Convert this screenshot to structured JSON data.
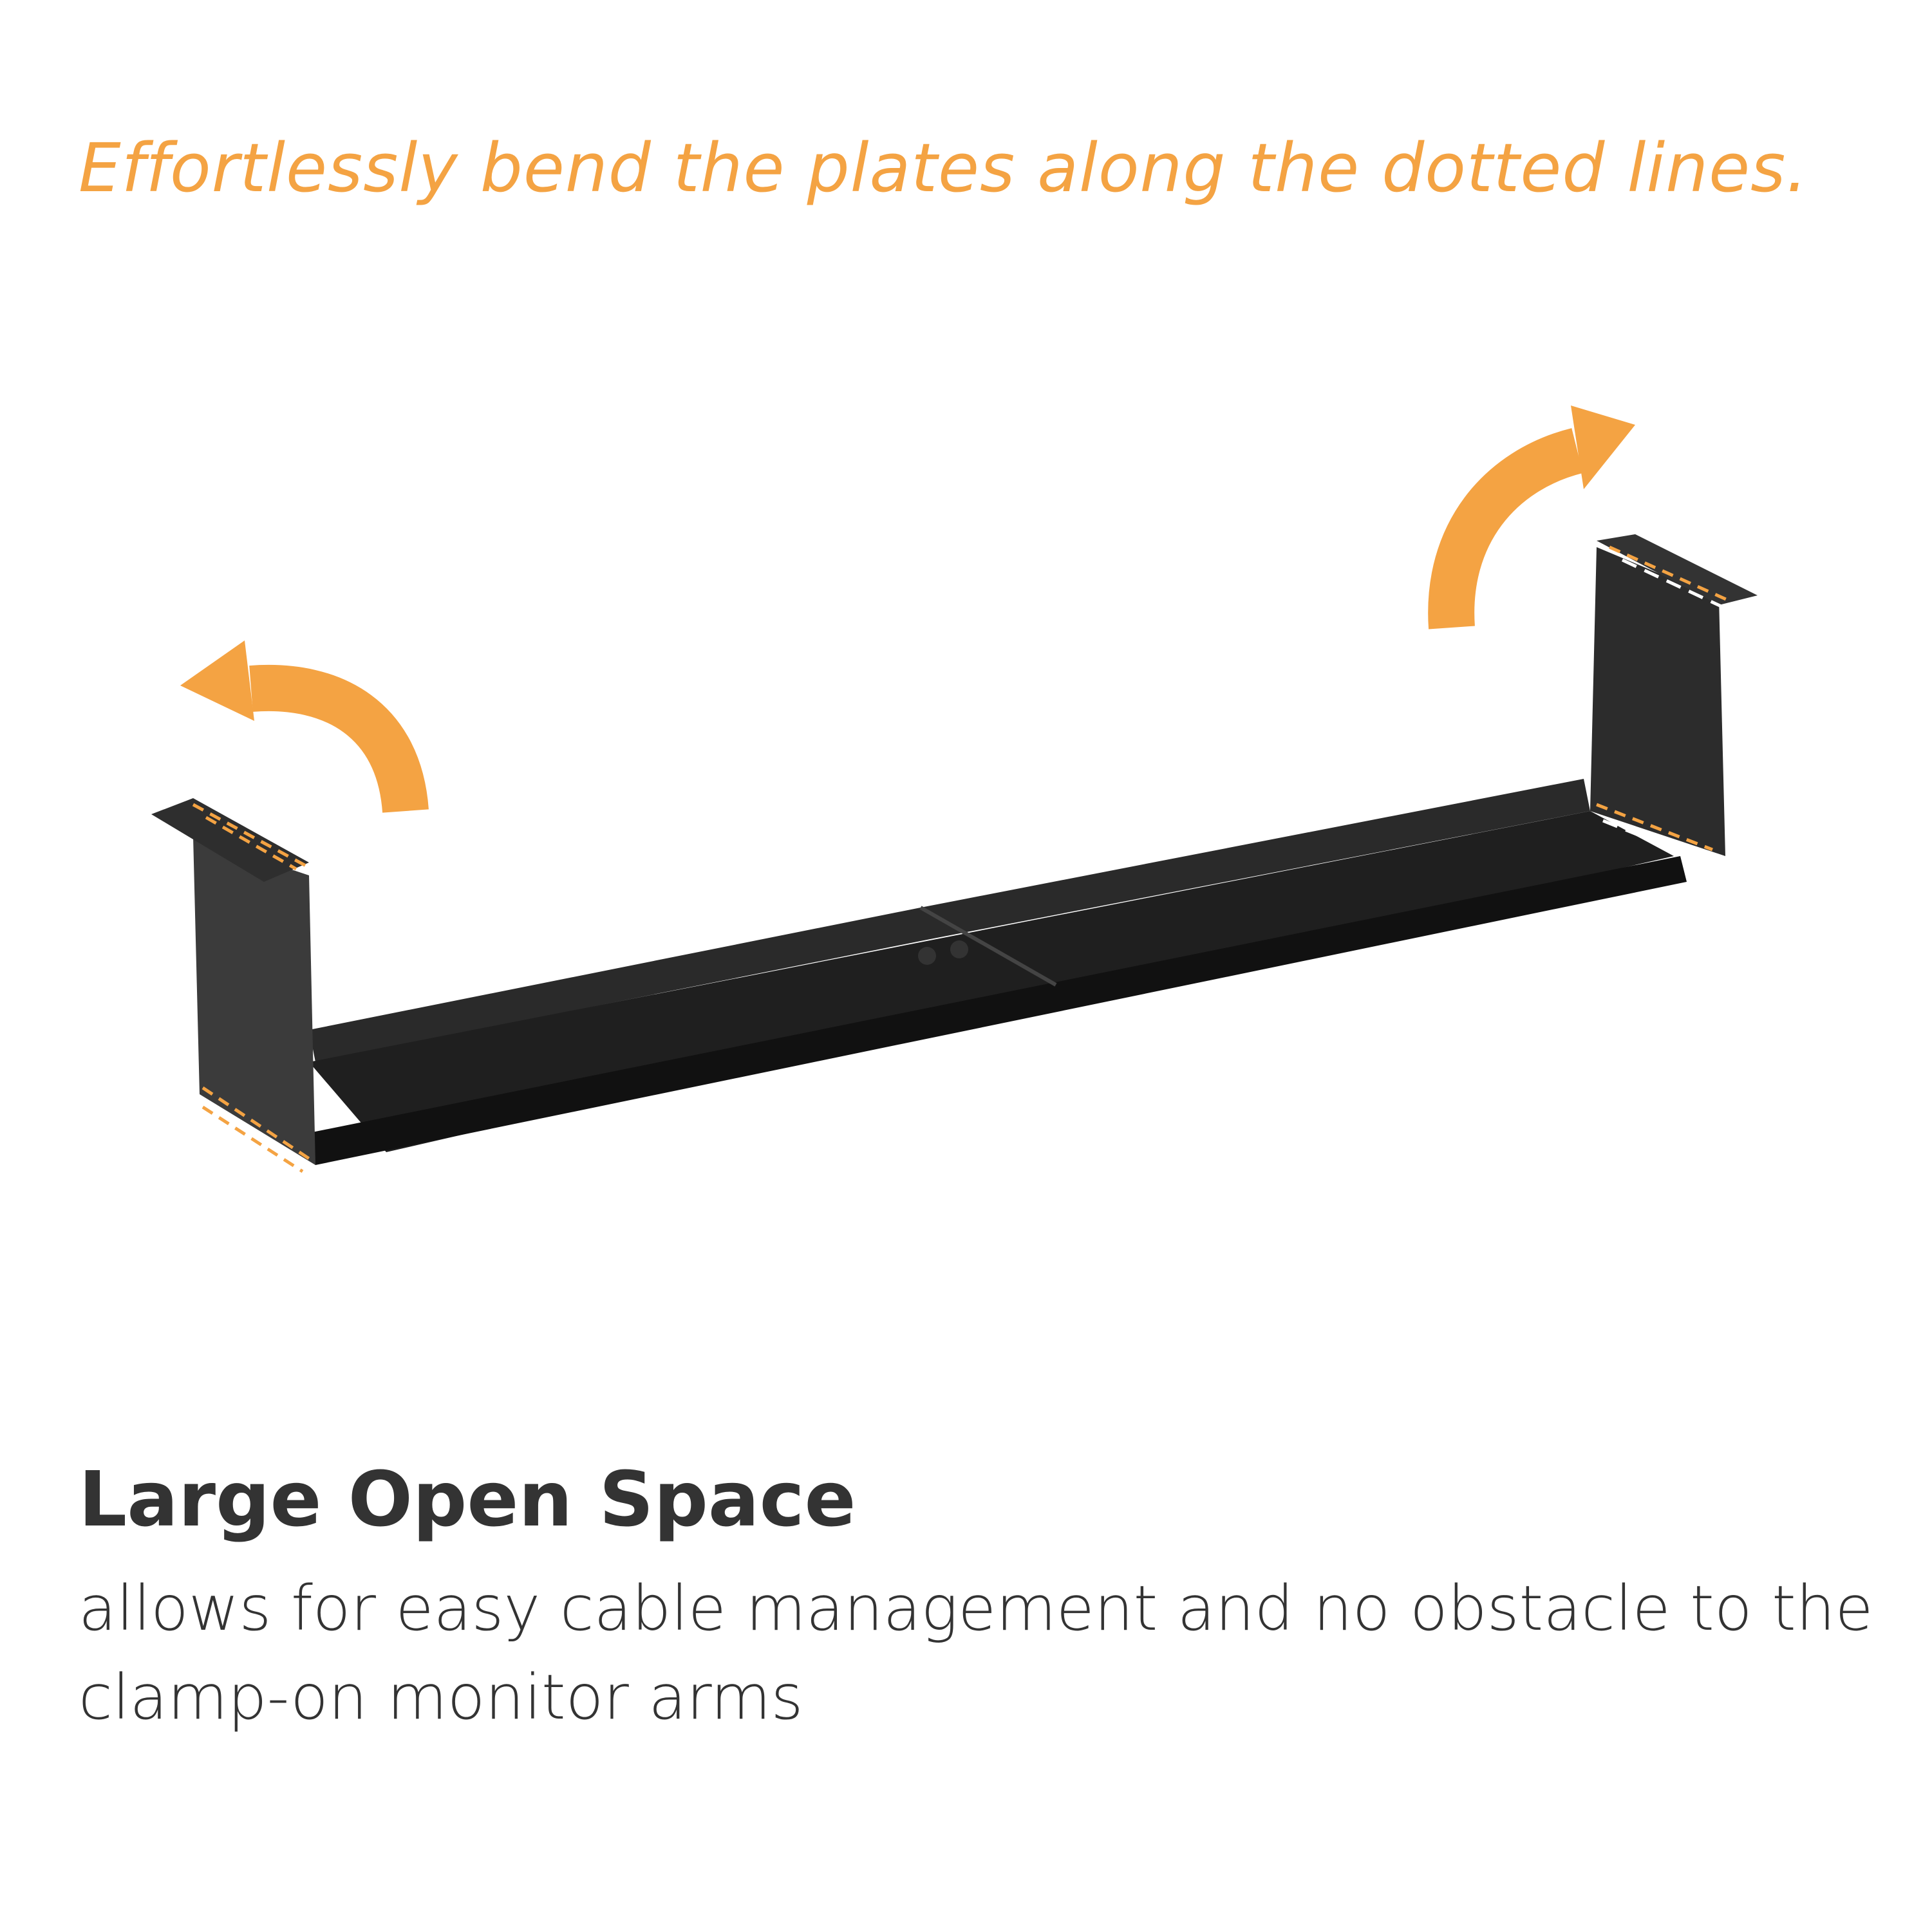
{
  "headline": {
    "text": "Effortlessly bend the plates along the dotted lines."
  },
  "feature": {
    "title": "Large Open Space",
    "description": "allows for easy cable management and no obstacle to the clamp-on monitor arms"
  },
  "colors": {
    "accent": "#F4A343",
    "tray": "#1c1c1c",
    "tray_edge": "#3a3a3a",
    "title": "#333333",
    "body_text": "#333333"
  },
  "icons": {
    "left_arrow": "curved-arrow-left-icon",
    "right_arrow": "curved-arrow-right-icon"
  }
}
